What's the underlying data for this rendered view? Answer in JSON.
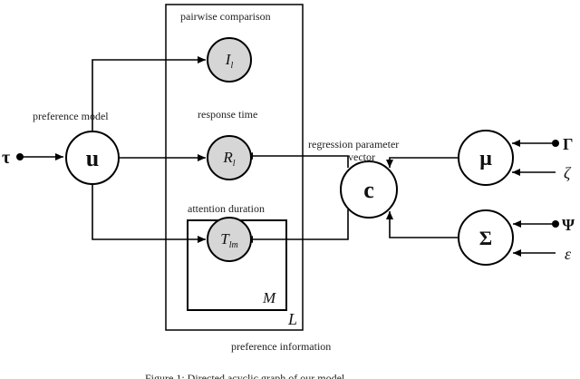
{
  "diagram": {
    "plates": {
      "outer_label": "L",
      "inner_label": "M",
      "outer_caption": "preference information"
    },
    "section_labels": {
      "pairwise": "pairwise comparison",
      "response": "response time",
      "attention": "attention duration",
      "preference_model": "preference model",
      "regression_line1": "regression parameter",
      "regression_line2": "vector"
    },
    "nodes": {
      "u": {
        "symbol": "u",
        "observed": false
      },
      "I": {
        "symbol": "I",
        "sub": "l",
        "observed": true
      },
      "R": {
        "symbol": "R",
        "sub": "l",
        "observed": true
      },
      "T": {
        "symbol": "T",
        "sub": "lm",
        "observed": true
      },
      "c": {
        "symbol": "c",
        "observed": false
      },
      "mu": {
        "symbol": "μ",
        "observed": false
      },
      "Sigma": {
        "symbol": "Σ",
        "observed": false
      }
    },
    "hyperparameters": {
      "tau": "τ",
      "Gamma": "Γ",
      "zeta": "ζ",
      "Psi": "Ψ",
      "epsilon": "ε"
    },
    "caption_fragment": "Figure 1: Directed acyclic graph of our model."
  }
}
